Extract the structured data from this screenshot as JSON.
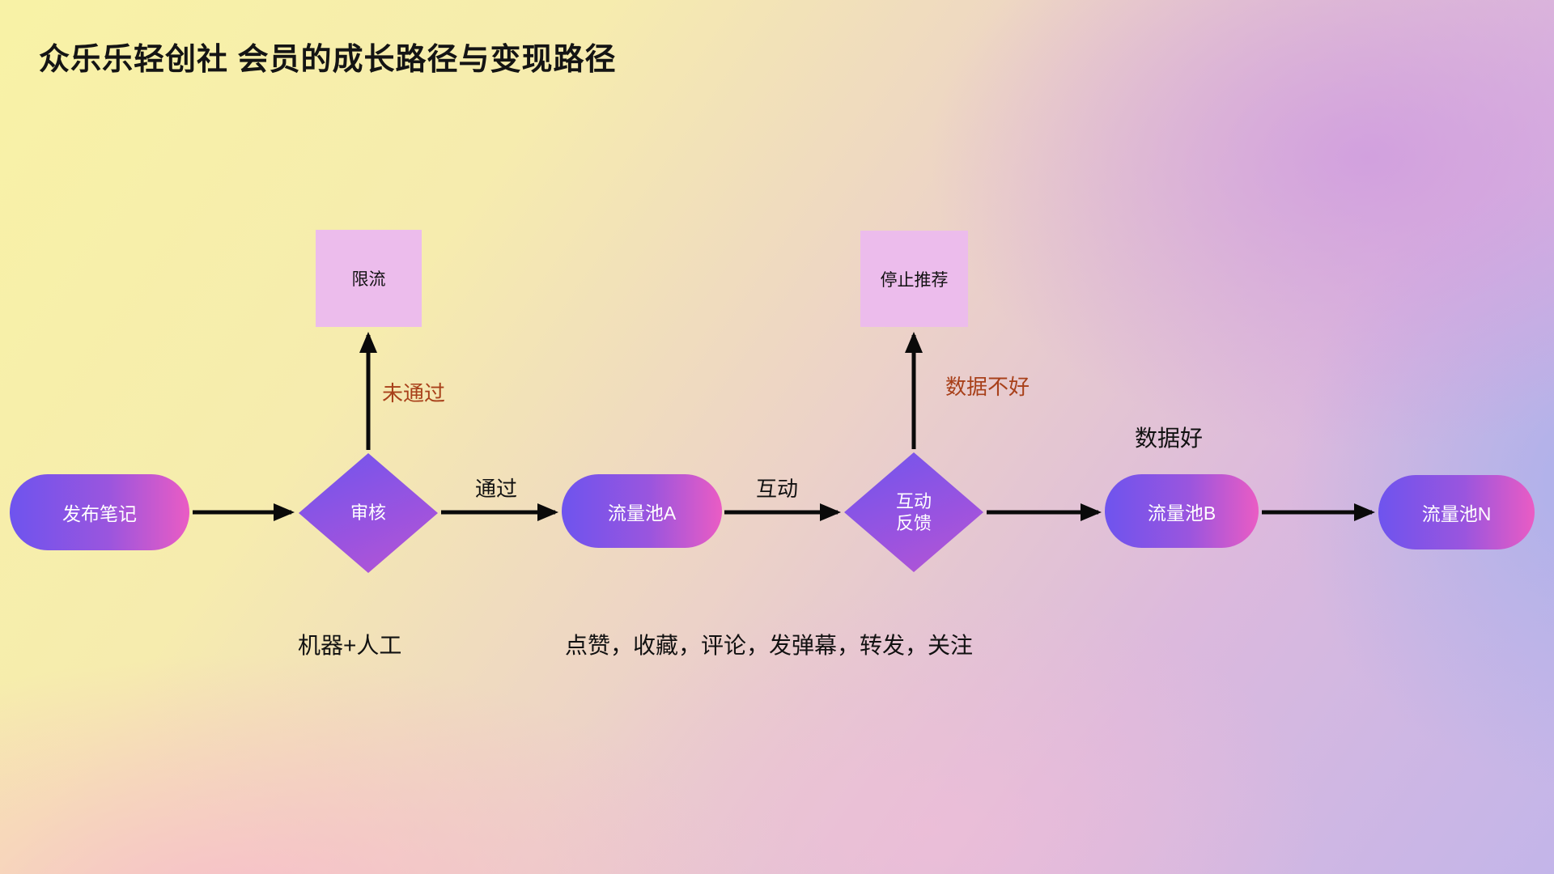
{
  "title": "众乐乐轻创社 会员的成长路径与变现路径",
  "nodes": {
    "publish": {
      "label": "发布笔记",
      "type": "pill"
    },
    "review": {
      "label": "审核",
      "type": "diamond"
    },
    "limit": {
      "label": "限流",
      "type": "square"
    },
    "poolA": {
      "label": "流量池A",
      "type": "pill"
    },
    "feedback": {
      "line1": "互动",
      "line2": "反馈",
      "type": "diamond"
    },
    "stop": {
      "label": "停止推荐",
      "type": "square"
    },
    "poolB": {
      "label": "流量池B",
      "type": "pill"
    },
    "poolN": {
      "label": "流量池N",
      "type": "pill"
    }
  },
  "edge_labels": {
    "not_passed": "未通过",
    "passed": "通过",
    "interact": "互动",
    "bad_data": "数据不好",
    "good_data": "数据好"
  },
  "annotations": {
    "review_method": "机器+人工",
    "interaction_types": "点赞，收藏，评论，发弹幕，转发，关注"
  },
  "colors": {
    "pill_gradient_start": "#6e54ee",
    "pill_gradient_end": "#ea5cc4",
    "diamond_gradient_start": "#7a55ea",
    "diamond_gradient_end": "#b455d4",
    "square_fill": "#ecbcec",
    "warning_text": "#a8401a",
    "arrow": "#0a0a0a",
    "background_yellow": "#f8f2a6",
    "background_pink": "#f0c2d8",
    "background_lavender": "#c3b5e9"
  }
}
